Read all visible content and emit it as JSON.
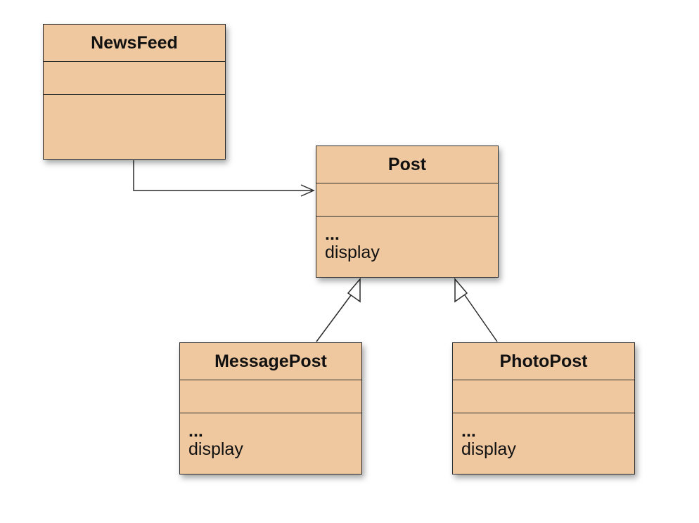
{
  "diagram": {
    "classes": [
      {
        "id": "newsfeed",
        "name": "NewsFeed",
        "methods": []
      },
      {
        "id": "post",
        "name": "Post",
        "methods": [
          "...",
          "display"
        ]
      },
      {
        "id": "messagepost",
        "name": "MessagePost",
        "methods": [
          "...",
          "display"
        ]
      },
      {
        "id": "photopost",
        "name": "PhotoPost",
        "methods": [
          "...",
          "display"
        ]
      }
    ],
    "relations": [
      {
        "from": "newsfeed",
        "to": "post",
        "type": "association"
      },
      {
        "from": "messagepost",
        "to": "post",
        "type": "inheritance"
      },
      {
        "from": "photopost",
        "to": "post",
        "type": "inheritance"
      }
    ],
    "colors": {
      "box_fill": "#f0c8a0",
      "box_border": "#2b2b2b",
      "text": "#111111",
      "background": "#ffffff"
    }
  }
}
